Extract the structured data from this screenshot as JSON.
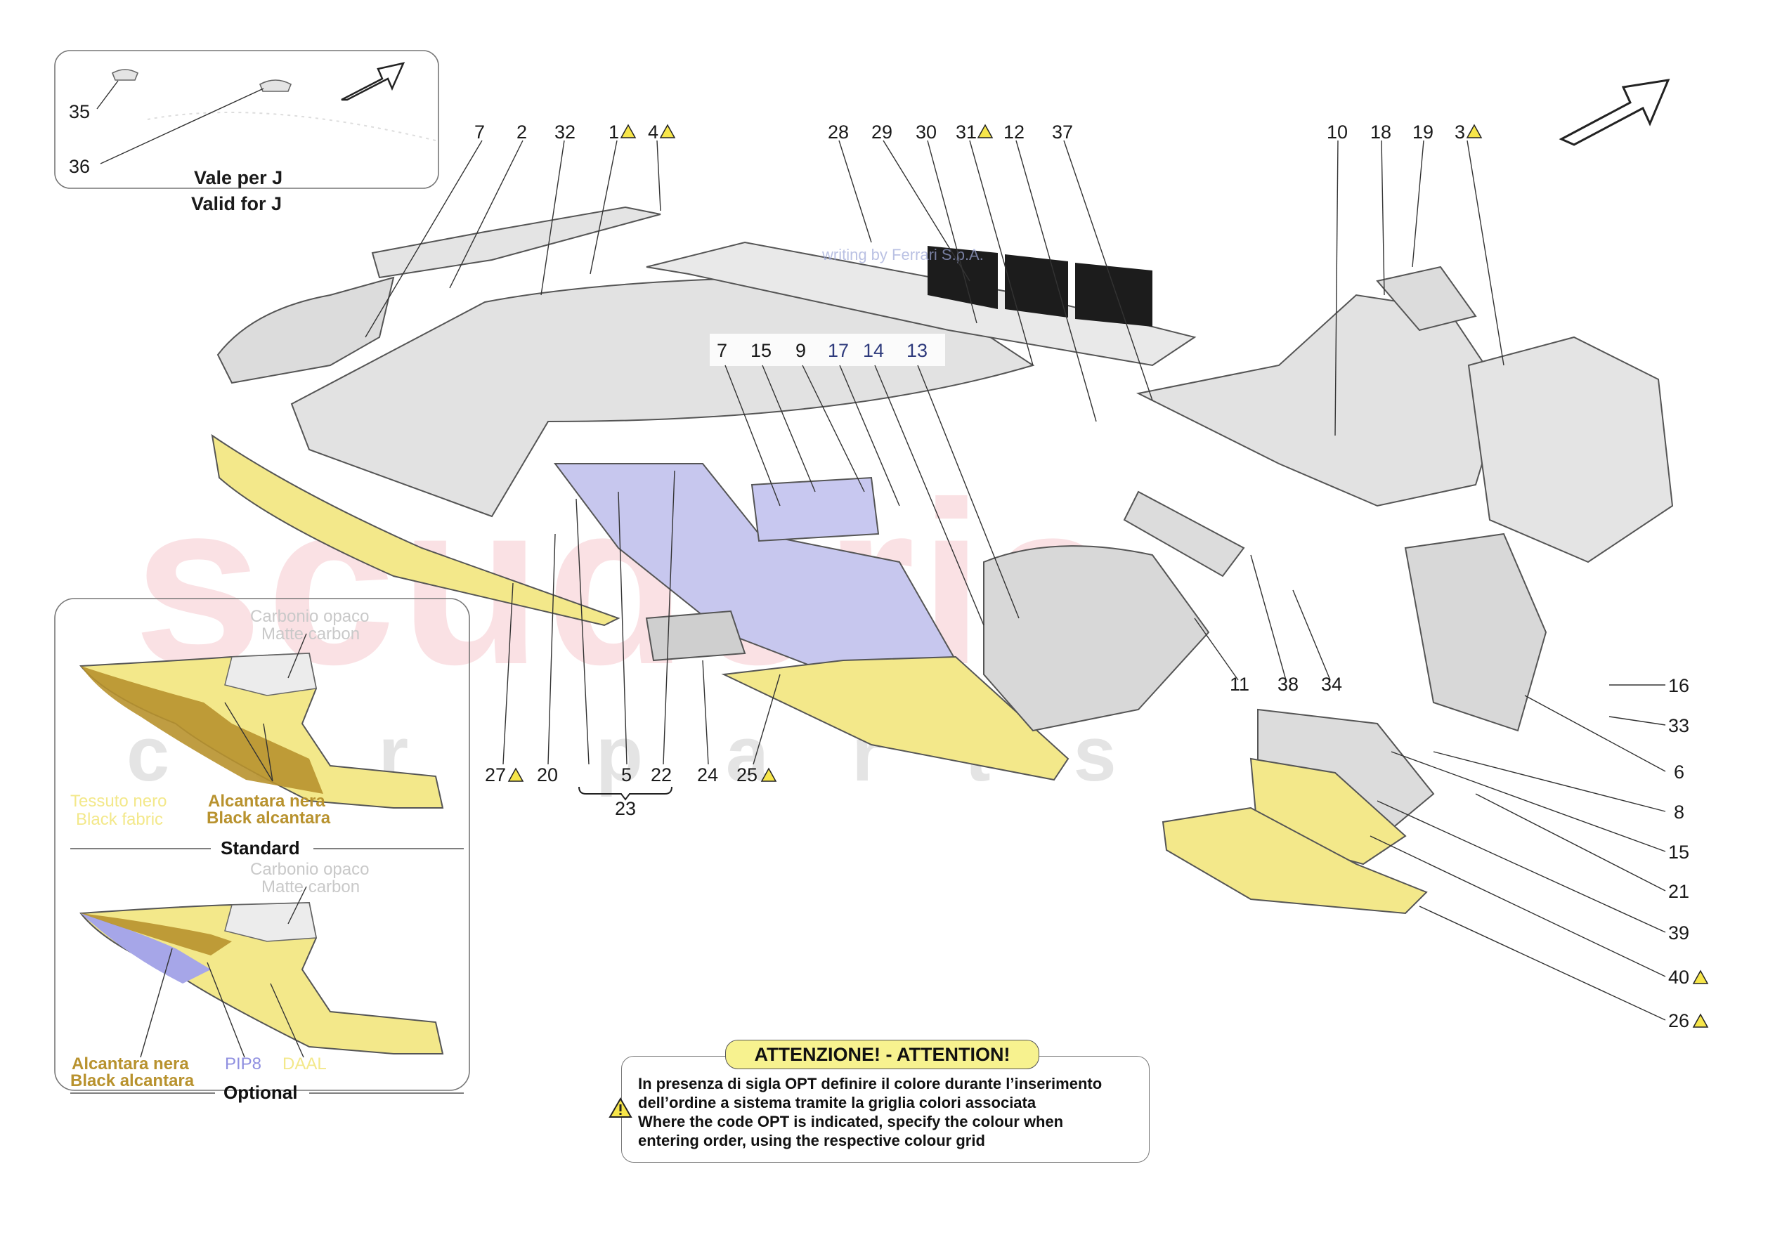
{
  "watermark": {
    "main": "scuderia",
    "sub": "car parts"
  },
  "inset_top": {
    "caption_it": "Vale per J",
    "caption_en": "Valid for J",
    "labels": [
      "35",
      "36"
    ]
  },
  "inset_bottom": {
    "standard": {
      "carbon_it": "Carbonio opaco",
      "carbon_en": "Matte carbon",
      "fabric_it": "Tessuto nero",
      "fabric_en": "Black fabric",
      "alcantara_it": "Alcantara nera",
      "alcantara_en": "Black alcantara",
      "section_title": "Standard"
    },
    "optional": {
      "carbon_it": "Carbonio opaco",
      "carbon_en": "Matte carbon",
      "alcantara_it": "Alcantara nera",
      "alcantara_en": "Black alcantara",
      "pip8": "PIP8",
      "daal": "DAAL",
      "section_title": "Optional"
    }
  },
  "callouts_top": [
    "7",
    "2",
    "32",
    "1",
    "4",
    "28",
    "29",
    "30",
    "31",
    "12",
    "37",
    "10",
    "18",
    "19",
    "3"
  ],
  "callouts_mid": [
    "7",
    "15",
    "9",
    "17",
    "14",
    "13"
  ],
  "callouts_bottom": [
    "27",
    "20",
    "5",
    "22",
    "24",
    "25",
    "11",
    "38",
    "34"
  ],
  "callouts_bottom_group": "23",
  "callouts_right": [
    "16",
    "33",
    "6",
    "8",
    "15",
    "21",
    "39",
    "40",
    "26"
  ],
  "faint_text": "writing by Ferrari S.p.A.",
  "attention": {
    "title": "ATTENZIONE! - ATTENTION!",
    "line1": "In presenza di sigla OPT definire il colore durante l’inserimento",
    "line2": "dell’ordine a sistema tramite la griglia colori associata",
    "line3": "Where the code OPT is indicated, specify the colour when",
    "line4": "entering order, using the respective colour grid"
  },
  "colors": {
    "yellow": "#f3e88a",
    "alcantara": "#b8922e",
    "pip8": "#a6a6e8",
    "warn": "#f7f28f",
    "grey": "#d6d6d6"
  }
}
